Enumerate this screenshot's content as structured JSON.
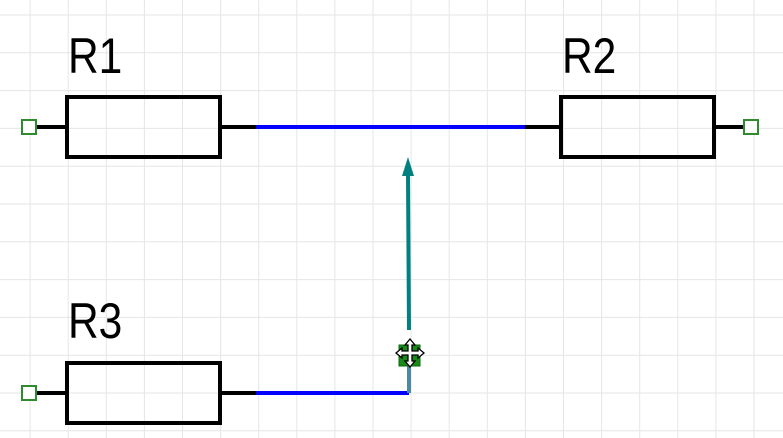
{
  "canvas": {
    "components": [
      {
        "ref": "R1"
      },
      {
        "ref": "R2"
      },
      {
        "ref": "R3"
      }
    ],
    "colors": {
      "grid": "#e6e6e6",
      "component": "#000000",
      "pin": "#2e8b2e",
      "wire_selected": "#0000ff",
      "drag_arrow": "#008080",
      "wire_dragging": "#4a8aa8"
    },
    "cursor": "move-cursor"
  }
}
